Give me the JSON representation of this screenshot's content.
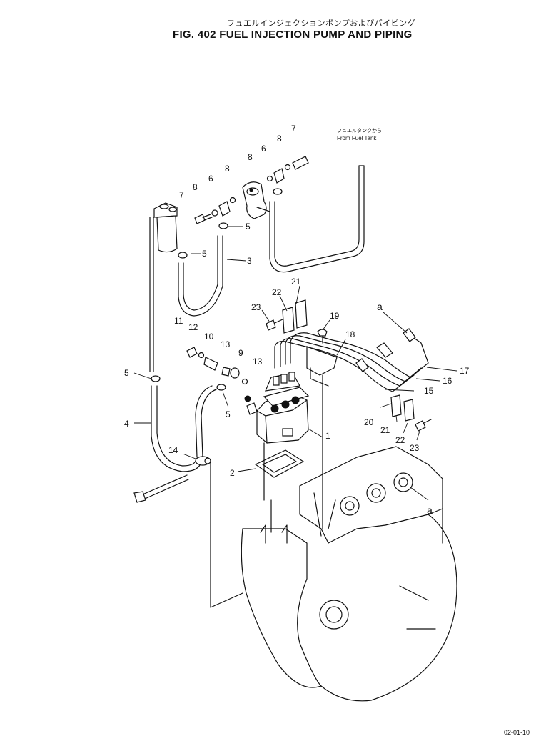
{
  "title": {
    "japanese": "フュエルインジェクションポンプおよびパイピング",
    "english": "FIG. 402  FUEL INJECTION PUMP AND PIPING"
  },
  "source_note": {
    "japanese": "フュエルタンクから",
    "english": "From Fuel Tank"
  },
  "sheet_code": "02-01-10",
  "callouts": {
    "c1": "1",
    "c2": "2",
    "c3": "3",
    "c4": "4",
    "c5a": "5",
    "c5b": "5",
    "c5c": "5",
    "c5d": "5",
    "c6a": "6",
    "c6b": "6",
    "c7a": "7",
    "c7b": "7",
    "c8a": "8",
    "c8b": "8",
    "c8c": "8",
    "c8d": "8",
    "c9": "9",
    "c10": "10",
    "c11": "11",
    "c12": "12",
    "c13a": "13",
    "c13b": "13",
    "c14": "14",
    "c15": "15",
    "c16": "16",
    "c17": "17",
    "c18": "18",
    "c19": "19",
    "c20": "20",
    "c21a": "21",
    "c21b": "21",
    "c22a": "22",
    "c22b": "22",
    "c23a": "23",
    "c23b": "23",
    "ca1": "a",
    "ca2": "a"
  }
}
